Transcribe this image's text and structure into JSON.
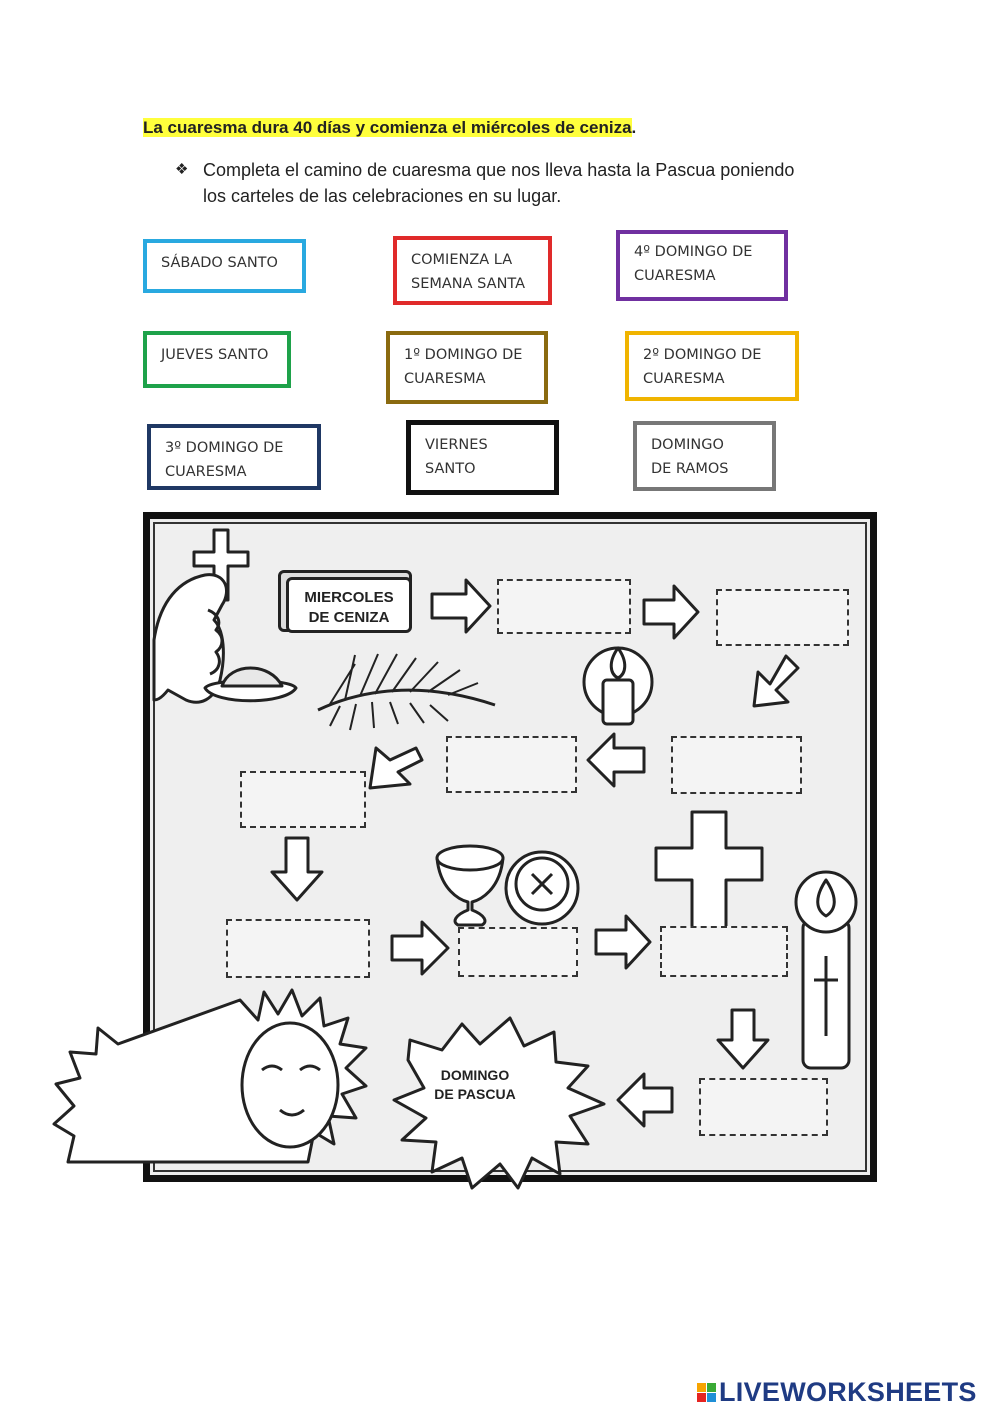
{
  "heading": {
    "title": "La cuaresma dura 40 días  y comienza el miércoles de ceniza",
    "title_period": "."
  },
  "instruction": {
    "bullet": "❖",
    "text": "Completa el camino de cuaresma  que nos lleva hasta la Pascua poniendo los carteles de las celebraciones en su lugar."
  },
  "cards": [
    {
      "id": "sabado-santo",
      "label": "SÁBADO SANTO",
      "color": "#29a9e0"
    },
    {
      "id": "comienza-semana-santa",
      "label": "COMIENZA LA SEMANA SANTA",
      "color": "#e02a2a"
    },
    {
      "id": "cuarto-domingo",
      "label": "4º DOMINGO DE CUARESMA",
      "color": "#7030a0"
    },
    {
      "id": "jueves-santo",
      "label": "JUEVES SANTO",
      "color": "#1ea24a"
    },
    {
      "id": "primer-domingo",
      "label": "1º DOMINGO DE CUARESMA",
      "color": "#8a6a10"
    },
    {
      "id": "segundo-domingo",
      "label": "2º DOMINGO DE CUARESMA",
      "color": "#f0b400"
    },
    {
      "id": "tercer-domingo",
      "label": "3º DOMINGO DE CUARESMA",
      "color": "#1f3864"
    },
    {
      "id": "viernes-santo",
      "label": "VIERNES SANTO",
      "color": "#111111"
    },
    {
      "id": "domingo-ramos",
      "label": "DOMINGO DE RAMOS",
      "color": "#777777"
    }
  ],
  "diagram": {
    "start_sign": "MIERCOLES DE CENIZA",
    "end_sign": "DOMINGO DE PASCUA",
    "slot_count": 9
  },
  "branding": {
    "logo_text": "LIVEWORKSHEETS",
    "logo_colors": [
      "#f7a400",
      "#3aaa35",
      "#e52421",
      "#1f8fd6"
    ]
  }
}
